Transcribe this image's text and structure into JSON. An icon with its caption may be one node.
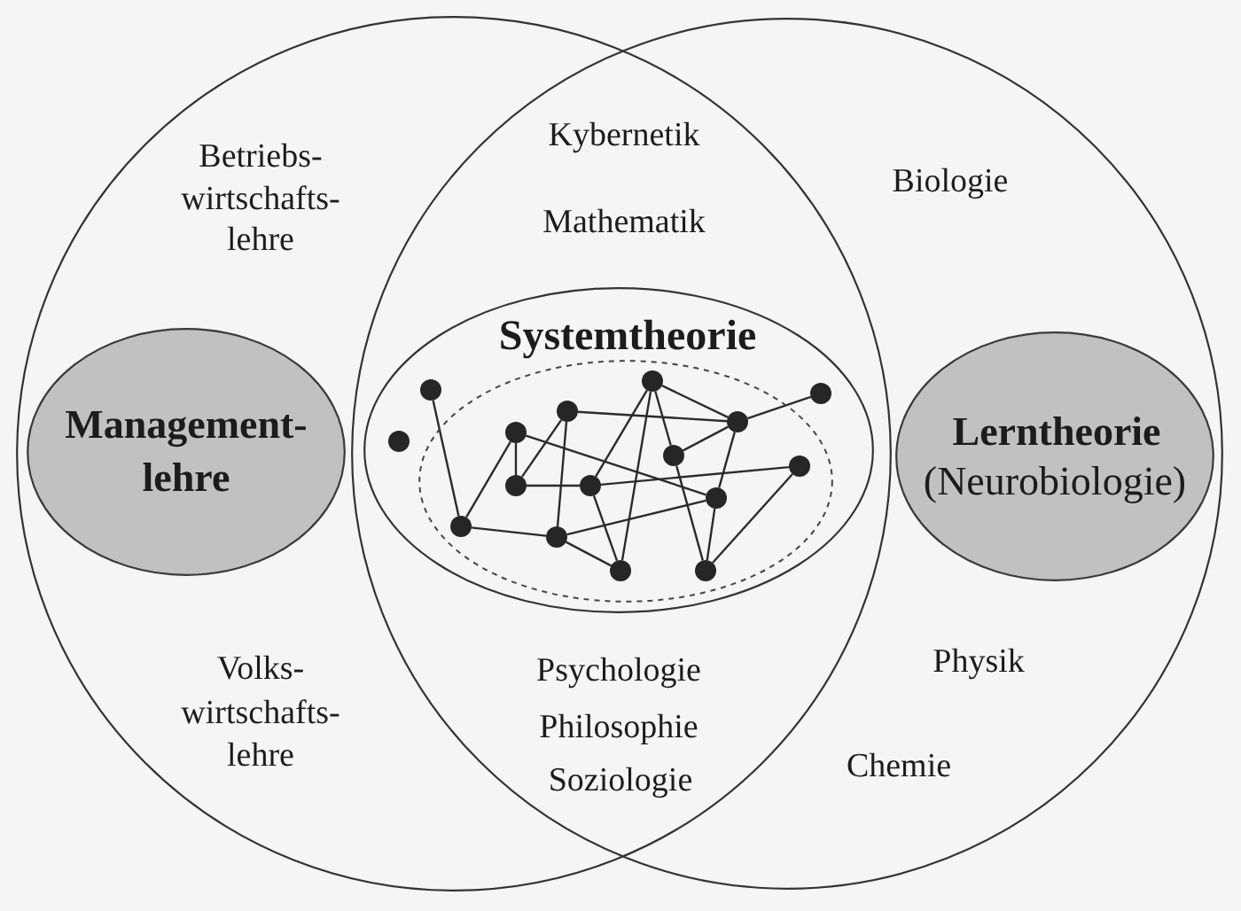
{
  "diagram": {
    "nodes": [
      {
        "text": [
          "Betriebs- wirtschafts- lehre",
          "Volks- wirtschafts- lehre"
        ]
      },
      {
        "text": [
          "Biologie",
          "Physik",
          "Chemie"
        ]
      },
      {
        "text": [
          "Management- lehre"
        ],
        "in": 0
      },
      {
        "text": [
          "Lerntheorie",
          "(Neurobiologie)"
        ],
        "in": 1
      },
      {
        "text": [
          "Systemtheorie"
        ]
      },
      {
        "text": [],
        "shape": "ellipse",
        "in": 4
      },
      {
        "text": [],
        "shape": "circle",
        "in": 4
      },
      {
        "text": [],
        "shape": "circle",
        "in": 4
      },
      {
        "text": [],
        "shape": "circle",
        "in": 5
      },
      {
        "text": [],
        "shape": "circle",
        "in": 5
      },
      {
        "text": [],
        "shape": "circle",
        "in": 5
      },
      {
        "text": [],
        "shape": "circle",
        "in": 5
      },
      {
        "text": [],
        "shape": "circle",
        "in": 5
      },
      {
        "text": [],
        "shape": "circle",
        "in": 5
      },
      {
        "text": [],
        "shape": "circle",
        "in": 5
      },
      {
        "text": [],
        "shape": "circle",
        "in": 5
      },
      {
        "text": [],
        "shape": "circle",
        "in": 5
      },
      {
        "text": [],
        "shape": "circle",
        "in": 5
      },
      {
        "text": [],
        "shape": "circle",
        "in": 5
      },
      {
        "text": [],
        "shape": "circle",
        "in": 5
      },
      {
        "text": [],
        "shape": "circle",
        "in": 5
      },
      {
        "text": [],
        "shape": "circle",
        "in": 4
      }
    ],
    "edges": [
      {
        "from": 7,
        "to": 8,
        "arrow": "none"
      },
      {
        "from": 8,
        "to": 9,
        "arrow": "none"
      },
      {
        "from": 8,
        "to": 11,
        "arrow": "none"
      },
      {
        "from": 9,
        "to": 10,
        "arrow": "none"
      },
      {
        "from": 9,
        "to": 18,
        "arrow": "none"
      },
      {
        "from": 10,
        "to": 12,
        "arrow": "none"
      },
      {
        "from": 11,
        "to": 12,
        "arrow": "none"
      },
      {
        "from": 12,
        "to": 19,
        "arrow": "none"
      },
      {
        "from": 10,
        "to": 13,
        "arrow": "none"
      },
      {
        "from": 13,
        "to": 15,
        "arrow": "none"
      },
      {
        "from": 13,
        "to": 14,
        "arrow": "none"
      },
      {
        "from": 13,
        "to": 20,
        "arrow": "none"
      },
      {
        "from": 11,
        "to": 14,
        "arrow": "none"
      },
      {
        "from": 11,
        "to": 18,
        "arrow": "none"
      },
      {
        "from": 14,
        "to": 15,
        "arrow": "none"
      },
      {
        "from": 15,
        "to": 16,
        "arrow": "none"
      },
      {
        "from": 15,
        "to": 19,
        "arrow": "none"
      },
      {
        "from": 16,
        "to": 17,
        "arrow": "none"
      },
      {
        "from": 19,
        "to": 21,
        "arrow": "none"
      },
      {
        "from": 16,
        "to": 19,
        "arrow": "none"
      },
      {
        "from": 18,
        "to": 19,
        "arrow": "none"
      },
      {
        "from": 17,
        "to": 18,
        "arrow": "none"
      },
      {
        "from": 17,
        "to": 20,
        "arrow": "none"
      }
    ],
    "labels": [
      "Kybernetik",
      "Mathematik",
      "Psychologie",
      "Philosophie",
      "Soziologie"
    ]
  }
}
